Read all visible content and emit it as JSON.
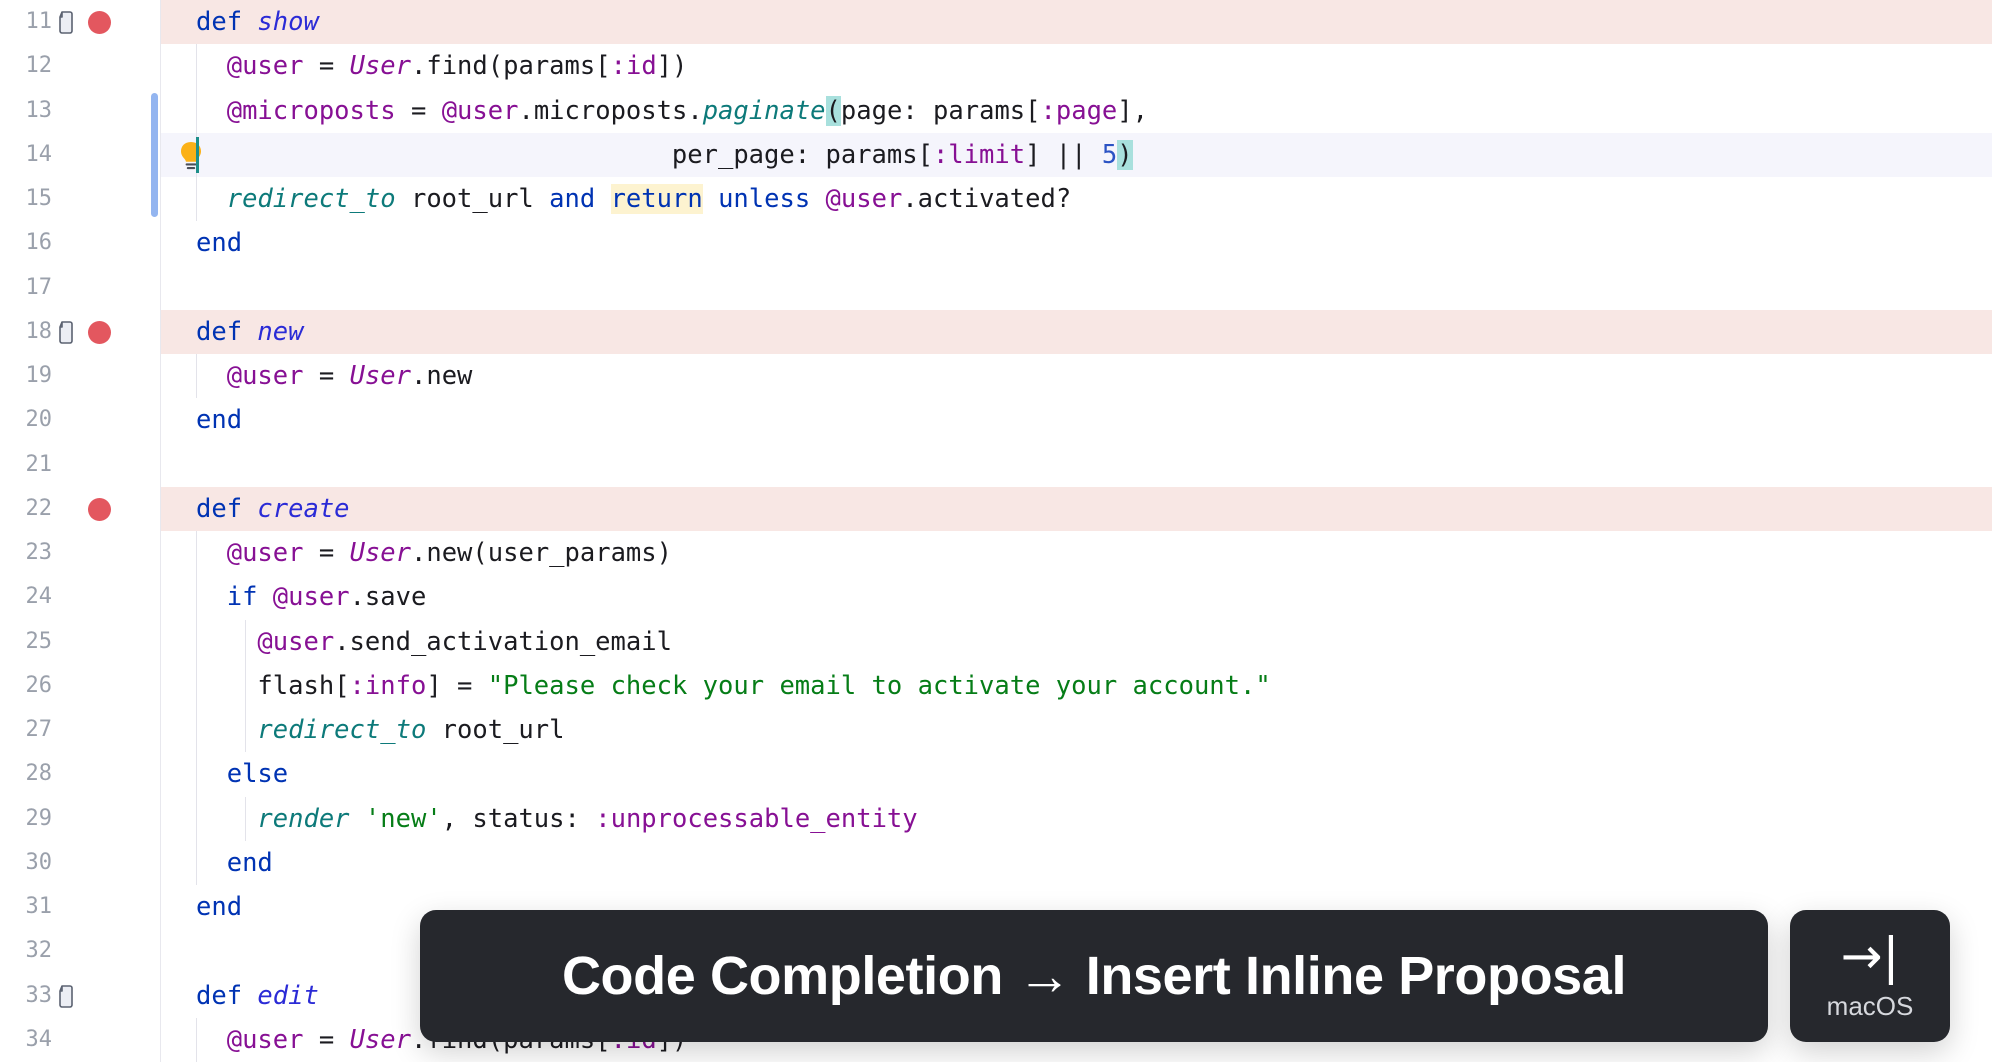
{
  "editor": {
    "language": "ruby",
    "first_visible_line": 11,
    "caret_line": 14,
    "colors": {
      "breakpoint_line_bg": "#f8e7e4",
      "caret_line_bg": "#f5f5fc",
      "breakpoint_dot": "#e3575f",
      "change_bar": "#93b5f0",
      "caret": "#1d8f8a",
      "paren_match_bg": "#a8e0dd",
      "keyword_highlight_bg": "#fdf3d0",
      "keyword": "#0033b3",
      "constant": "#871094",
      "string": "#067d17",
      "number": "#2b53c4",
      "method_def": "#2b2bd6",
      "method_call": "#0d7a7a",
      "line_number": "#9aa0ab"
    },
    "lines": [
      {
        "number": "11",
        "breakpoint": true,
        "doc_icon": true,
        "bulb": false,
        "indents": 0,
        "text": "def show"
      },
      {
        "number": "12",
        "breakpoint": false,
        "doc_icon": false,
        "bulb": false,
        "indents": 1,
        "text": "@user = User.find(params[:id])"
      },
      {
        "number": "13",
        "breakpoint": false,
        "doc_icon": false,
        "bulb": false,
        "indents": 1,
        "text": "@microposts = @user.microposts.paginate(page: params[:page],"
      },
      {
        "number": "14",
        "breakpoint": false,
        "doc_icon": false,
        "bulb": true,
        "indents": 1,
        "text": "                             per_page: params[:limit] || 5)"
      },
      {
        "number": "15",
        "breakpoint": false,
        "doc_icon": false,
        "bulb": false,
        "indents": 1,
        "text": "redirect_to root_url and return unless @user.activated?"
      },
      {
        "number": "16",
        "breakpoint": false,
        "doc_icon": false,
        "bulb": false,
        "indents": 0,
        "text": "end"
      },
      {
        "number": "17",
        "breakpoint": false,
        "doc_icon": false,
        "bulb": false,
        "indents": 0,
        "text": ""
      },
      {
        "number": "18",
        "breakpoint": true,
        "doc_icon": true,
        "bulb": false,
        "indents": 0,
        "text": "def new"
      },
      {
        "number": "19",
        "breakpoint": false,
        "doc_icon": false,
        "bulb": false,
        "indents": 1,
        "text": "@user = User.new"
      },
      {
        "number": "20",
        "breakpoint": false,
        "doc_icon": false,
        "bulb": false,
        "indents": 0,
        "text": "end"
      },
      {
        "number": "21",
        "breakpoint": false,
        "doc_icon": false,
        "bulb": false,
        "indents": 0,
        "text": ""
      },
      {
        "number": "22",
        "breakpoint": true,
        "doc_icon": false,
        "bulb": false,
        "indents": 0,
        "text": "def create"
      },
      {
        "number": "23",
        "breakpoint": false,
        "doc_icon": false,
        "bulb": false,
        "indents": 1,
        "text": "@user = User.new(user_params)"
      },
      {
        "number": "24",
        "breakpoint": false,
        "doc_icon": false,
        "bulb": false,
        "indents": 1,
        "text": "if @user.save"
      },
      {
        "number": "25",
        "breakpoint": false,
        "doc_icon": false,
        "bulb": false,
        "indents": 2,
        "text": "@user.send_activation_email"
      },
      {
        "number": "26",
        "breakpoint": false,
        "doc_icon": false,
        "bulb": false,
        "indents": 2,
        "text": "flash[:info] = \"Please check your email to activate your account.\""
      },
      {
        "number": "27",
        "breakpoint": false,
        "doc_icon": false,
        "bulb": false,
        "indents": 2,
        "text": "redirect_to root_url"
      },
      {
        "number": "28",
        "breakpoint": false,
        "doc_icon": false,
        "bulb": false,
        "indents": 1,
        "text": "else"
      },
      {
        "number": "29",
        "breakpoint": false,
        "doc_icon": false,
        "bulb": false,
        "indents": 2,
        "text": "render 'new', status: :unprocessable_entity"
      },
      {
        "number": "30",
        "breakpoint": false,
        "doc_icon": false,
        "bulb": false,
        "indents": 1,
        "text": "end"
      },
      {
        "number": "31",
        "breakpoint": false,
        "doc_icon": false,
        "bulb": false,
        "indents": 0,
        "text": "end"
      },
      {
        "number": "32",
        "breakpoint": false,
        "doc_icon": false,
        "bulb": false,
        "indents": 0,
        "text": ""
      },
      {
        "number": "33",
        "breakpoint": false,
        "doc_icon": true,
        "bulb": false,
        "indents": 0,
        "text": "def edit"
      },
      {
        "number": "34",
        "breakpoint": false,
        "doc_icon": false,
        "bulb": false,
        "indents": 1,
        "text": "@user = User.find(params[:id])"
      }
    ]
  },
  "hud": {
    "action_text": "Code Completion → Insert Inline Proposal",
    "keycap_glyph": "→|",
    "keycap_glyph_name": "tab-key-icon",
    "os_label": "macOS"
  }
}
